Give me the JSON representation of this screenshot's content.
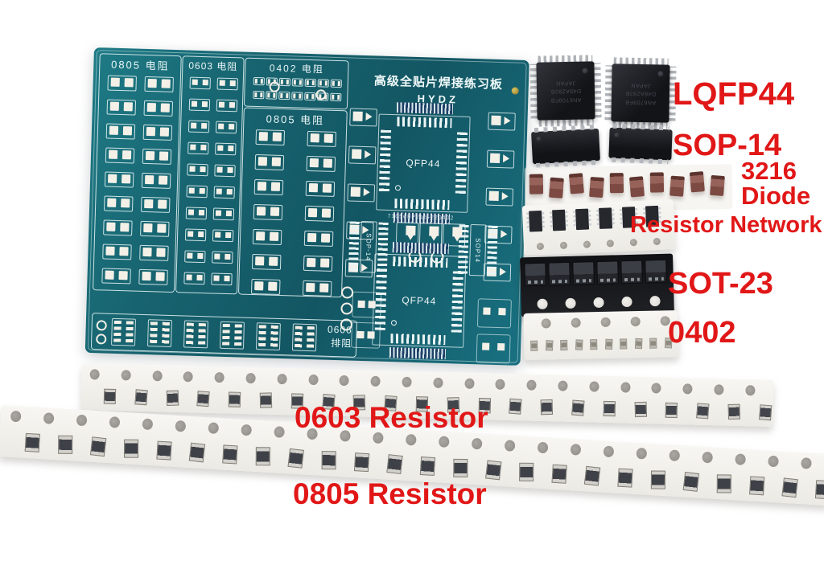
{
  "annotations": {
    "accent_color": "#e11717",
    "lqfp44": "LQFP44",
    "sop14": "SOP-14",
    "size3216": "3216",
    "diode": "Diode",
    "resistor_network": "Resistor Network",
    "sot23": "SOT-23",
    "r0402": "0402",
    "r0603": "0603 Resistor",
    "r0805": "0805 Resistor"
  },
  "pcb": {
    "title": "高级全贴片焊接练习板",
    "subtitle": "HYDZ",
    "serial": "71056FP216-220402",
    "board_color": "#176672",
    "silkscreen_color": "#edf7f7",
    "sections": {
      "r0805_left": {
        "label": "0805 电阻",
        "pairs": 18
      },
      "r0603": {
        "label": "0603 电阻",
        "pairs": 20
      },
      "r0402": {
        "label": "0402 电阻",
        "pairs": 14
      },
      "r0805_mid": {
        "label": "0805 电阻",
        "pairs": 14
      },
      "r0606": {
        "label_line1": "0606",
        "label_line2": "排阻",
        "footprints": 6
      },
      "qfp1": {
        "label": "QFP44"
      },
      "qfp2": {
        "label": "QFP44"
      },
      "sop_left": {
        "label": "SOP-14"
      },
      "sop_right": {
        "label": "SOP14"
      },
      "diode_col_left": {
        "count": 5
      },
      "diode_col_right": {
        "count": 5
      },
      "diode_mid": {
        "count": 3
      }
    }
  },
  "components": {
    "lqfp44_chips": {
      "count": 2,
      "marking_line1": "AN6709FB",
      "marking_line2": "D48A292B",
      "marking_line3": "JAPAN"
    },
    "sop14_chips": {
      "count": 2
    },
    "diode_strip": {
      "count": 10
    },
    "resistor_network_strip": {
      "count": 6,
      "holes": 6
    },
    "sot23_strip": {
      "count": 6,
      "holes": 5
    },
    "r0402_strip": {
      "count": 10,
      "holes": 5
    },
    "r0603_strip": {
      "count": 22,
      "holes": 22
    },
    "r0805_strip": {
      "count": 25,
      "holes": 25
    }
  }
}
